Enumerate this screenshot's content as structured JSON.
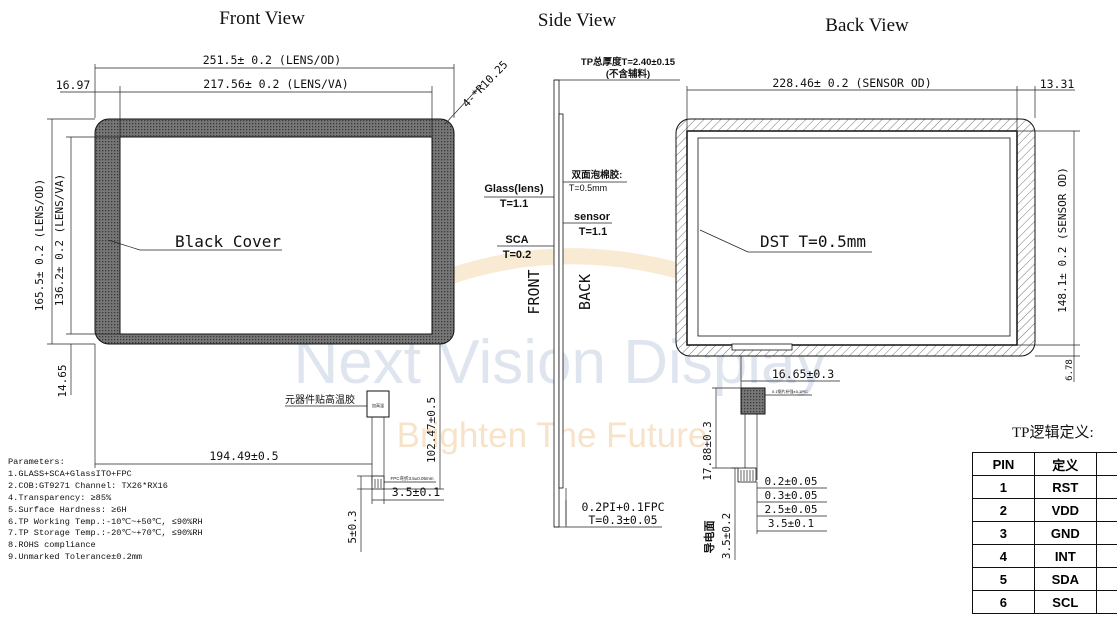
{
  "views": {
    "front_title": "Front View",
    "side_title": "Side View",
    "back_title": "Back View"
  },
  "front": {
    "dim_lens_od_width": "251.5± 0.2 (LENS/OD)",
    "dim_lens_va_width": "217.56± 0.2 (LENS/VA)",
    "dim_left_offset": "16.97",
    "dim_corner_radius": "4-*R10.25",
    "dim_lens_od_height": "165.5± 0.2 (LENS/OD)",
    "dim_lens_va_height": "136.2± 0.2 (LENS/VA)",
    "dim_bottom_offset": "14.65",
    "black_cover_label": "Black Cover",
    "component_label": "元器件贴高温胶",
    "dim_fpc_position": "194.49±0.5",
    "dim_fpc_length": "102.47±0.5",
    "dim_fpc_width": "3.5±0.1",
    "dim_fpc_tail": "5±0.3",
    "fpc_note": "FPC弯折3.5±0.05mm"
  },
  "side": {
    "tp_thickness_line1": "TP总厚度T=2.40±0.15",
    "tp_thickness_line2": "(不含辅料)",
    "glass_label": "Glass(lens)",
    "glass_t": "T=1.1",
    "sca_label": "SCA",
    "sca_t": "T=0.2",
    "tape_label": "双面泡棉胶:",
    "tape_t": "T=0.5mm",
    "sensor_label": "sensor",
    "sensor_t": "T=1.1",
    "front_word": "FRONT",
    "back_word": "BACK",
    "fpc_label": "0.2PI+0.1FPC",
    "fpc_t": "T=0.3±0.05"
  },
  "back": {
    "dim_sensor_width": "228.46± 0.2 (SENSOR OD)",
    "dim_right_offset": "13.31",
    "dim_sensor_height": "148.1± 0.2 (SENSOR OD)",
    "dim_bottom_offset": "6.78",
    "dst_label": "DST T=0.5mm",
    "dim_fpc_offset": "16.65±0.3",
    "dim_fpc_length": "17.88±0.3",
    "dim_pitch": "0.2±0.05",
    "dim_gap": "0.3±0.05",
    "dim_gold": "2.5±0.05",
    "dim_fpc_width": "3.5±0.1",
    "dim_conductive": "3.5±0.2",
    "conductive_label": "导电面",
    "stiffener_note": "0.1钢片补强±0.1PIC"
  },
  "parameters": {
    "heading": "Parameters:",
    "items": [
      "1.GLASS+SCA+GlassITO+FPC",
      "2.COB:GT9271 Channel: TX26*RX16",
      "4.Transparency: ≥85%",
      "5.Surface Hardness: ≥6H",
      "6.TP Working Temp.:-10℃~+50℃, ≤90%RH",
      "7.TP Storage Temp.:-20℃~+70℃, ≤90%RH",
      "8.ROHS compliance",
      "9.Unmarked Tolerance±0.2mm"
    ]
  },
  "pin_table": {
    "title": "TP逻辑定义:",
    "headers": [
      "PIN",
      "定义"
    ],
    "rows": [
      [
        "1",
        "RST"
      ],
      [
        "2",
        "VDD"
      ],
      [
        "3",
        "GND"
      ],
      [
        "4",
        "INT"
      ],
      [
        "5",
        "SDA"
      ],
      [
        "6",
        "SCL"
      ]
    ]
  },
  "watermark": {
    "brand": "Next Vision Display",
    "slogan": "Brighten The Future"
  },
  "colors": {
    "watermark_blue": "#c5d0e3",
    "watermark_orange": "#f2d2a6",
    "cover_fill": "#555555"
  }
}
